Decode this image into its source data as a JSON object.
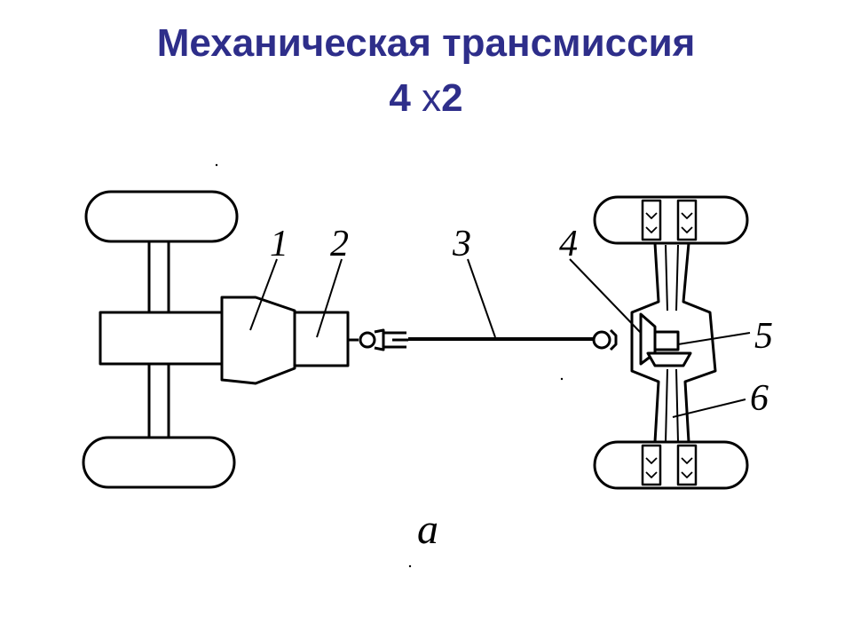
{
  "title": {
    "line1": "Механическая трансмиссия",
    "line2_a": "4 ",
    "line2_x": "х",
    "line2_b": "2"
  },
  "diagram": {
    "labels": {
      "l1": "1",
      "l2": "2",
      "l3": "3",
      "l4": "4",
      "l5": "5",
      "l6": "6"
    },
    "caption": "а"
  },
  "colors": {
    "title": "#2e2e8a",
    "stroke": "#000000"
  }
}
